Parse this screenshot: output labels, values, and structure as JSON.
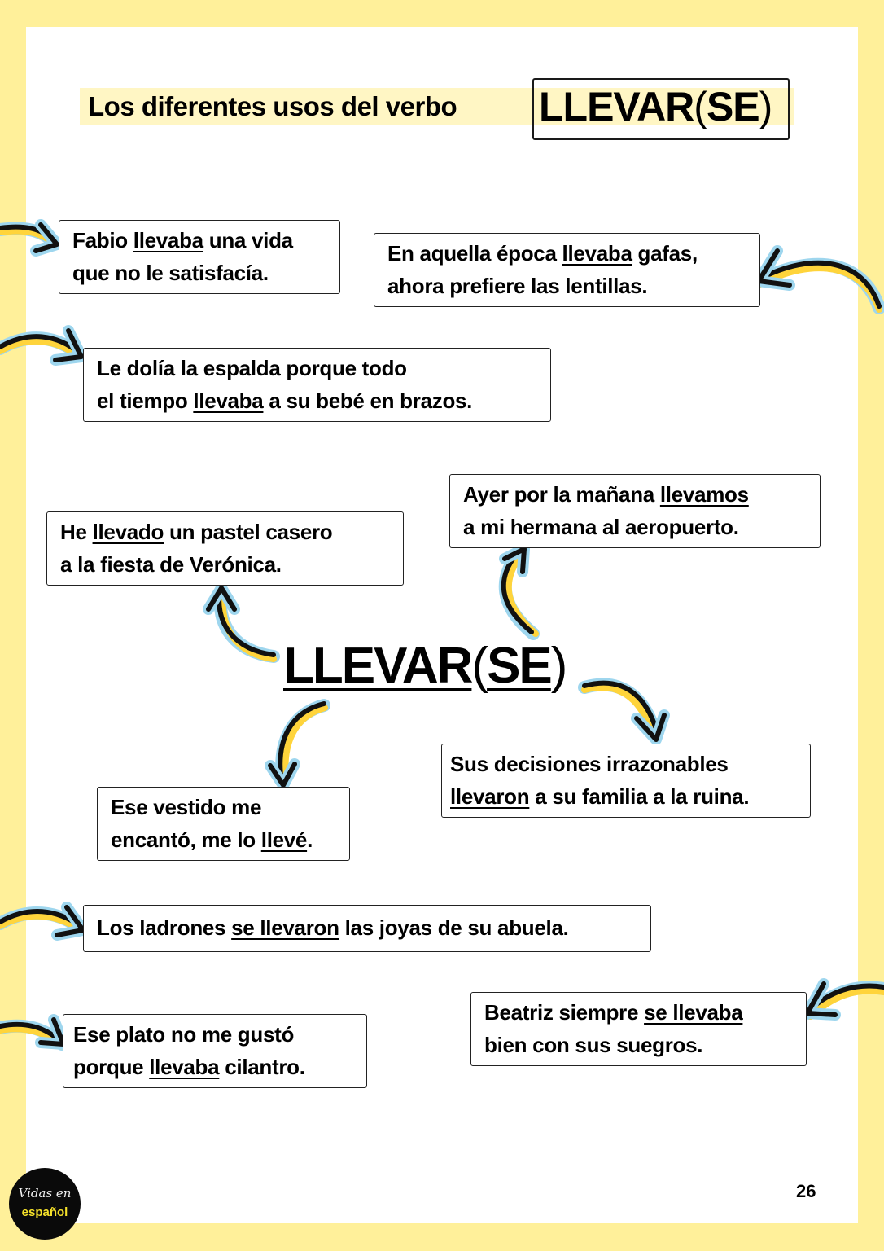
{
  "colors": {
    "border_yellow": "#FFF09A",
    "title_highlight": "#FFF6C4",
    "arrow_black": "#111111",
    "arrow_yellow": "#FFD43B",
    "arrow_blue": "#9ED6EE",
    "logo_text_yellow": "#F5E12A"
  },
  "header": {
    "title_prefix": "Los diferentes usos del verbo",
    "verb_main": "LLEVAR",
    "verb_paren_open": "(",
    "verb_se": "SE",
    "verb_paren_close": ")"
  },
  "center": {
    "verb_main": "LLEVAR",
    "paren_open": "(",
    "se": "SE",
    "paren_close": ")"
  },
  "examples": [
    {
      "before": "Fabio ",
      "verb": "llevaba",
      "after": " una vida",
      "line2": "que no le satisfacía."
    },
    {
      "before": "En aquella época ",
      "verb": "llevaba",
      "after": " gafas,",
      "line2": "ahora prefiere las lentillas."
    },
    {
      "line1": "Le dolía la espalda porque todo",
      "before": "el tiempo ",
      "verb": "llevaba",
      "after": " a su bebé en brazos."
    },
    {
      "before": "He ",
      "verb": "llevado",
      "after": " un pastel casero",
      "line2": "a la fiesta de Verónica."
    },
    {
      "before": "Ayer por la mañana ",
      "verb": "llevamos",
      "after": "",
      "line2": "a mi hermana al aeropuerto."
    },
    {
      "line1": "Ese vestido me",
      "before": "encantó, me lo ",
      "verb": "llevé",
      "after": "."
    },
    {
      "line1": "Sus decisiones irrazonables",
      "before": "",
      "verb": "llevaron",
      "after": " a su familia a la ruina."
    },
    {
      "before": "Los ladrones ",
      "verb": "se llevaron",
      "after": " las joyas de su abuela."
    },
    {
      "line1": "Ese plato no me gustó",
      "before": "porque ",
      "verb": "llevaba",
      "after": " cilantro."
    },
    {
      "before": "Beatriz siempre ",
      "verb": "se llevaba",
      "after": "",
      "line2": "bien con sus suegros."
    }
  ],
  "footer": {
    "logo_script": "Vidas en",
    "logo_word": "español",
    "page_number": "26"
  },
  "icons": {
    "arrows": "hand-drawn-curved-arrow-icon"
  }
}
